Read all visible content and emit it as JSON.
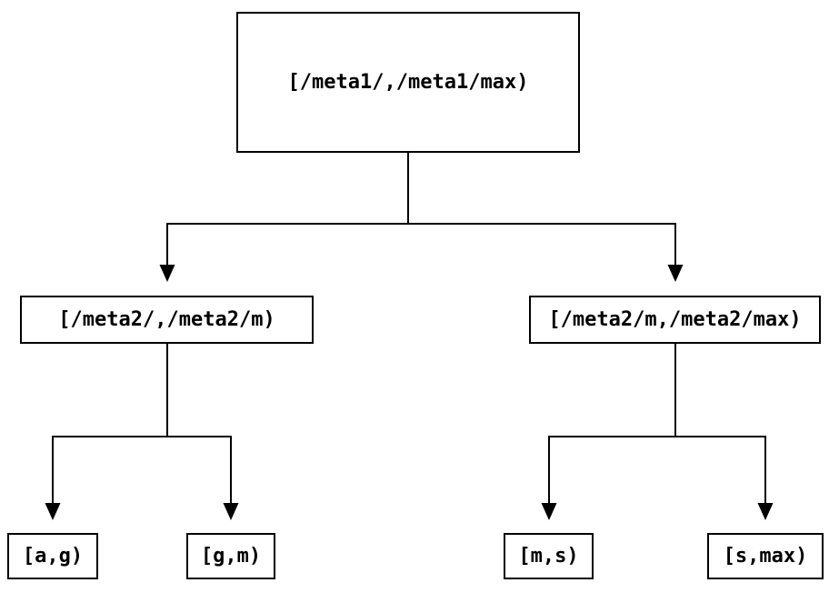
{
  "diagram": {
    "type": "tree",
    "colors": {
      "background": "#ffffff",
      "node_border": "#000000",
      "node_text": "#000000",
      "connector": "#000000"
    },
    "nodes": {
      "root": {
        "label": "[/meta1/,/meta1/max)"
      },
      "child_left": {
        "label": "[/meta2/,/meta2/m)"
      },
      "child_right": {
        "label": "[/meta2/m,/meta2/max)"
      },
      "leaf_ag": {
        "label": "[a,g)"
      },
      "leaf_gm": {
        "label": "[g,m)"
      },
      "leaf_ms": {
        "label": "[m,s)"
      },
      "leaf_smax": {
        "label": "[s,max)"
      }
    },
    "edges": [
      {
        "from": "root",
        "to": "child_left"
      },
      {
        "from": "root",
        "to": "child_right"
      },
      {
        "from": "child_left",
        "to": "leaf_ag"
      },
      {
        "from": "child_left",
        "to": "leaf_gm"
      },
      {
        "from": "child_right",
        "to": "leaf_ms"
      },
      {
        "from": "child_right",
        "to": "leaf_smax"
      }
    ]
  }
}
